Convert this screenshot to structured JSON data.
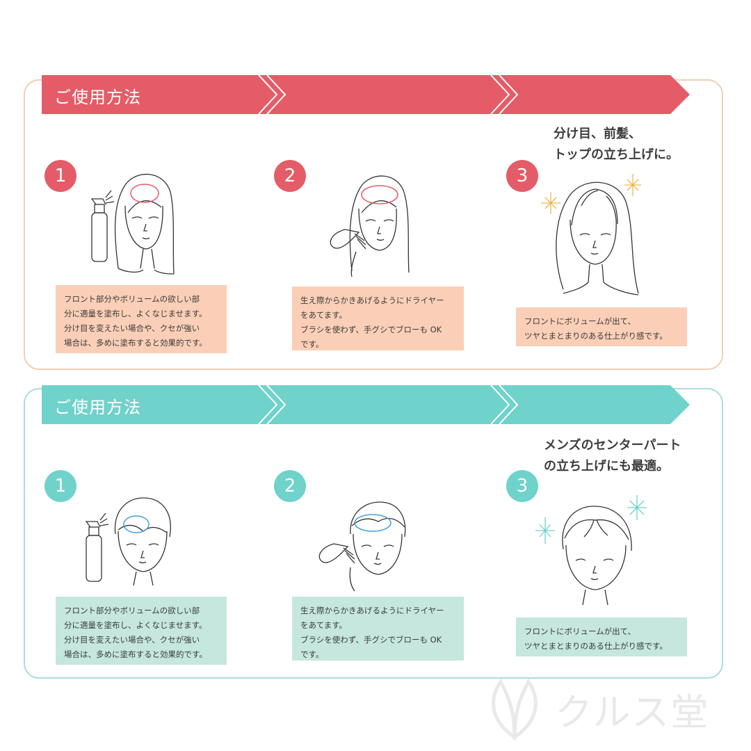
{
  "sections": [
    {
      "id": "women",
      "title": "ご使用方法",
      "banner_color": "#e45c67",
      "callout": [
        "分け目、前髪、",
        "トップの立ち上げに。"
      ],
      "steps": [
        {
          "number": "1",
          "text": [
            "フロント部分やボリュームの欲しい部",
            "分に適量を塗布し、よくなじませます。",
            "分け目を変えたい場合や、クセが強い",
            "場合は、多めに塗布すると効果的です。"
          ]
        },
        {
          "number": "2",
          "text": [
            "生え際からかきあげるようにドライヤー",
            "をあてます。",
            "ブラシを使わず、手グシでブローも OK",
            "です。"
          ]
        },
        {
          "number": "3",
          "text": [
            "フロントにボリュームが出て、",
            "ツヤとまとまりのある仕上がり感です。"
          ]
        }
      ]
    },
    {
      "id": "men",
      "title": "ご使用方法",
      "banner_color": "#6fd2cb",
      "callout": [
        "メンズのセンターパート",
        "の立ち上げにも最適。"
      ],
      "steps": [
        {
          "number": "1",
          "text": [
            "フロント部分やボリュームの欲しい部",
            "分に適量を塗布し、よくなじませます。",
            "分け目を変えたい場合や、クセが強い",
            "場合は、多めに塗布すると効果的です。"
          ]
        },
        {
          "number": "2",
          "text": [
            "生え際からかきあげるようにドライヤー",
            "をあてます。",
            "ブラシを使わず、手グシでブローも OK",
            "です。"
          ]
        },
        {
          "number": "3",
          "text": [
            "フロントにボリュームが出て、",
            "ツヤとまとまりのある仕上がり感です。"
          ]
        }
      ]
    }
  ],
  "watermark": {
    "text": "クルス堂"
  }
}
